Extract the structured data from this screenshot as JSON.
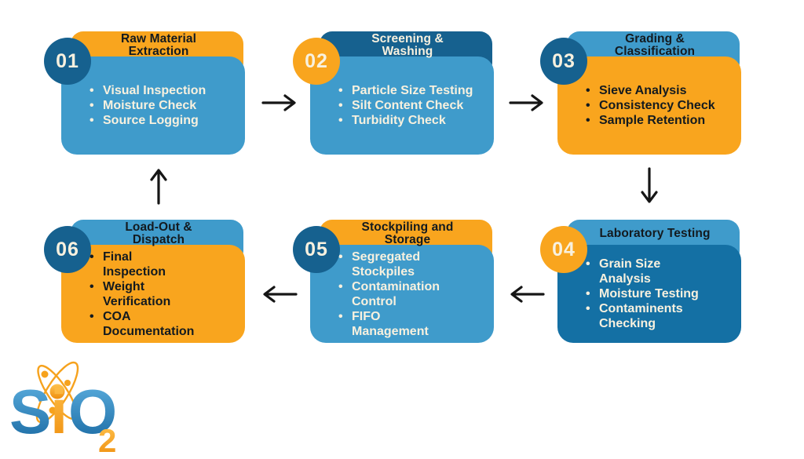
{
  "palette": {
    "orange": "#F9A51E",
    "blue_mid": "#3F9BCB",
    "blue_deep": "#16618F",
    "blue_body_dark": "#1470A4",
    "text_dark": "#131A1F",
    "text_cream": "#F8F1DF",
    "arrow_color": "#161616",
    "logo_blue_light": "#5FB2E2",
    "logo_blue_dark": "#1767A0",
    "logo_orange_light": "#FFC34F",
    "logo_orange_dark": "#EF8E0D"
  },
  "steps": [
    {
      "number": "01",
      "title_line1": "Raw Material",
      "title_line2": "Extraction",
      "bullets": [
        "Visual Inspection",
        "Moisture Check",
        "Source Logging"
      ]
    },
    {
      "number": "02",
      "title_line1": "Screening &",
      "title_line2": "Washing",
      "bullets": [
        "Particle Size Testing",
        "Silt Content Check",
        "Turbidity Check"
      ]
    },
    {
      "number": "03",
      "title_line1": "Grading &",
      "title_line2": "Classification",
      "bullets": [
        "Sieve Analysis",
        "Consistency Check",
        "Sample Retention"
      ]
    },
    {
      "number": "04",
      "title_line1": "Laboratory Testing",
      "title_line2": "",
      "bullets": [
        "Grain Size Analysis",
        "Moisture Testing",
        "Contaminents Checking"
      ]
    },
    {
      "number": "05",
      "title_line1": "Stockpiling and",
      "title_line2": "Storage",
      "bullets": [
        "Segregated Stockpiles",
        "Contamination Control",
        "FIFO Management"
      ]
    },
    {
      "number": "06",
      "title_line1": "Load-Out &",
      "title_line2": "Dispatch",
      "bullets": [
        "Final Inspection",
        "Weight Verification",
        "COA Documentation"
      ]
    }
  ],
  "logo": {
    "letter_s": "S",
    "letter_i": "i",
    "letter_o": "O",
    "subscript": "2"
  }
}
